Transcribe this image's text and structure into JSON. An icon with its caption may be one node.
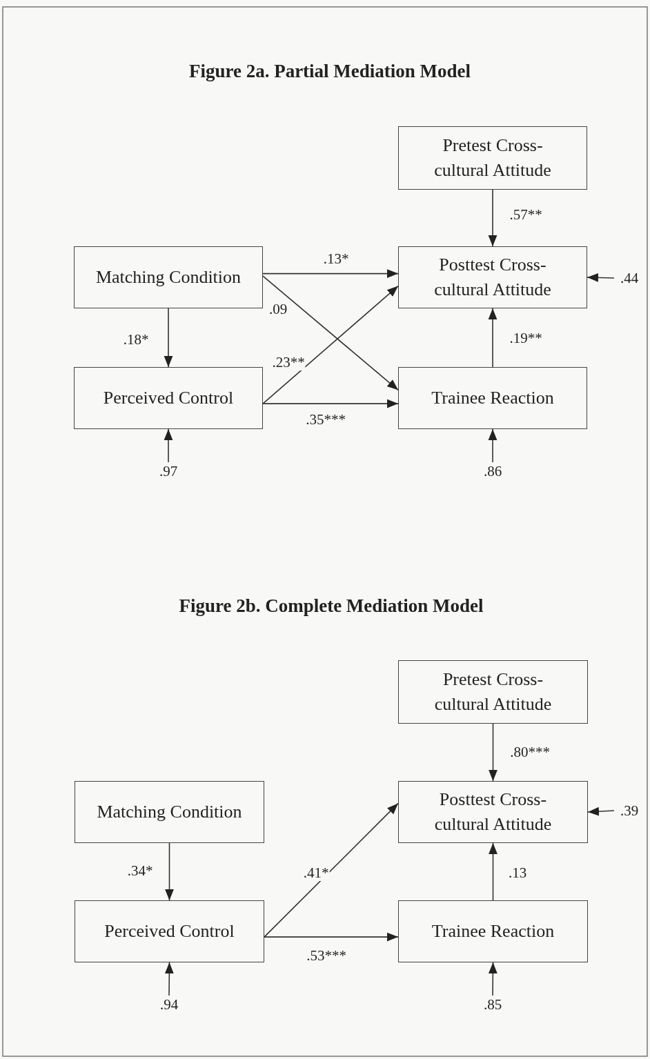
{
  "diagram": {
    "nodes": [
      {
        "text": [
          "Pretest Cross-cultural Attitude"
        ]
      },
      {
        "text": [
          "Matching Condition"
        ]
      },
      {
        "text": [
          "Posttest Cross-cultural Attitude"
        ]
      },
      {
        "text": [
          "Perceived Control"
        ]
      },
      {
        "text": [
          "Trainee Reaction"
        ]
      },
      {
        "text": [
          ".44"
        ]
      },
      {
        "text": [
          ".97"
        ]
      },
      {
        "text": [
          ".86"
        ]
      },
      {
        "text": [
          "Pretest Cross-cultural Attitude"
        ]
      },
      {
        "text": [
          "Matching Condition"
        ]
      },
      {
        "text": [
          "Posttest Cross-cultural Attitude"
        ]
      },
      {
        "text": [
          "Perceived Control"
        ]
      },
      {
        "text": [
          "Trainee Reaction"
        ]
      },
      {
        "text": [
          ".39"
        ]
      },
      {
        "text": [
          ".94"
        ]
      },
      {
        "text": [
          ".85"
        ]
      }
    ],
    "edges": [
      {
        "from": 0,
        "to": 2,
        "arrow": "to",
        "label": ".57**"
      },
      {
        "from": 1,
        "to": 2,
        "arrow": "to",
        "label": ".13*"
      },
      {
        "from": 1,
        "to": 4,
        "arrow": "to",
        "label": ".09"
      },
      {
        "from": 1,
        "to": 3,
        "arrow": "to",
        "label": ".18*"
      },
      {
        "from": 3,
        "to": 2,
        "arrow": "to",
        "label": ".23**"
      },
      {
        "from": 3,
        "to": 4,
        "arrow": "to",
        "label": ".35***"
      },
      {
        "from": 4,
        "to": 2,
        "arrow": "to",
        "label": ".19**"
      },
      {
        "from": 5,
        "to": 2,
        "arrow": "to"
      },
      {
        "from": 6,
        "to": 3,
        "arrow": "to"
      },
      {
        "from": 7,
        "to": 4,
        "arrow": "to"
      },
      {
        "from": 8,
        "to": 10,
        "arrow": "to",
        "label": ".80***"
      },
      {
        "from": 9,
        "to": 11,
        "arrow": "to",
        "label": ".34*"
      },
      {
        "from": 11,
        "to": 10,
        "arrow": "to",
        "label": ".41*"
      },
      {
        "from": 11,
        "to": 12,
        "arrow": "to",
        "label": ".53***"
      },
      {
        "from": 12,
        "to": 10,
        "arrow": "to",
        "label": ".13"
      },
      {
        "from": 13,
        "to": 10,
        "arrow": "to"
      },
      {
        "from": 14,
        "to": 11,
        "arrow": "to"
      },
      {
        "from": 15,
        "to": 12,
        "arrow": "to"
      }
    ],
    "labels": [
      "Figure 2a. Partial Mediation Model",
      "Figure 2b. Complete Mediation Model"
    ]
  }
}
